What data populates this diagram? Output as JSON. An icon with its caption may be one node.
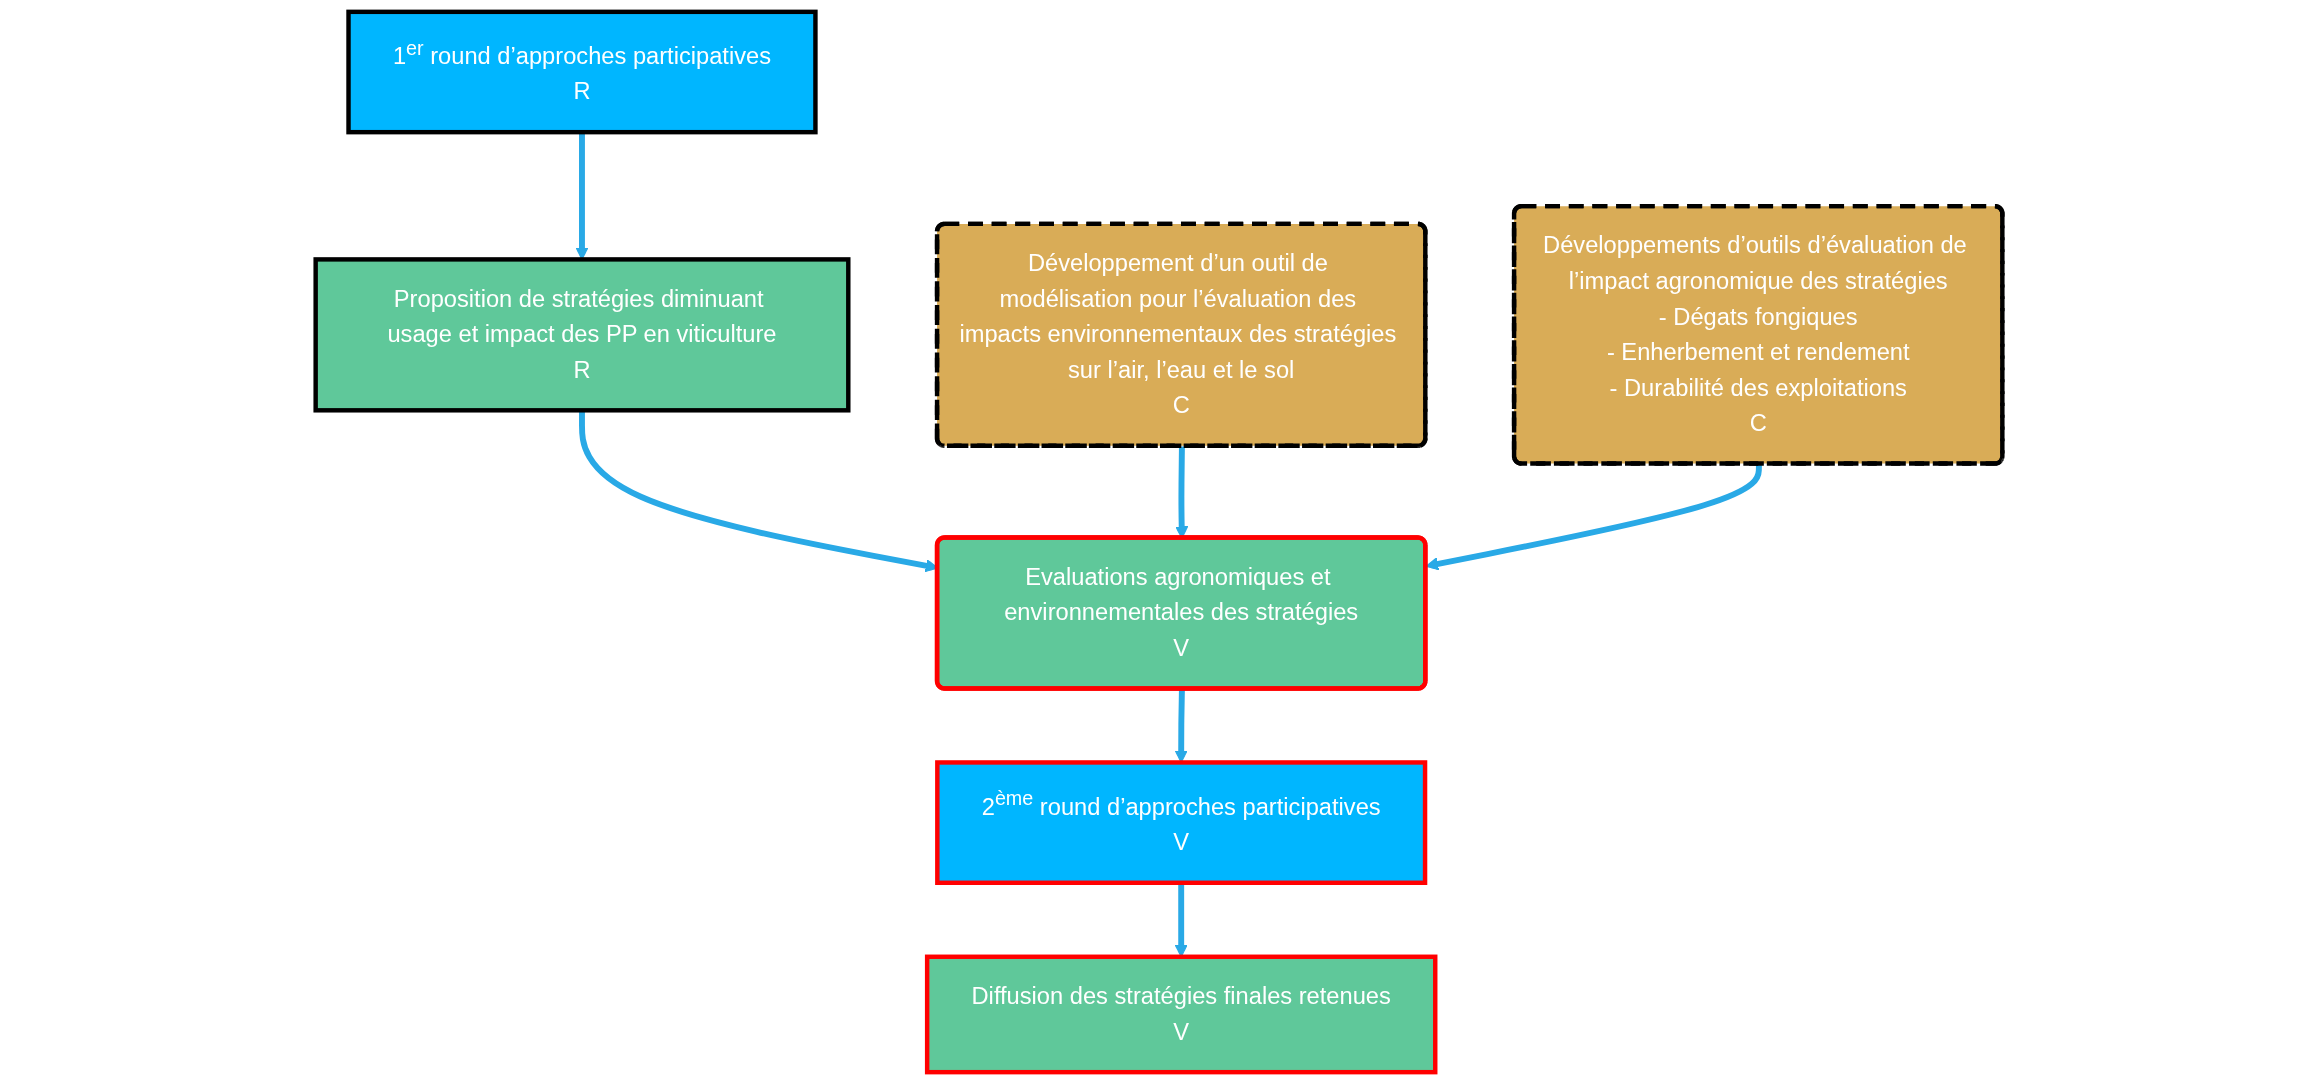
{
  "diagram": {
    "nodes": [
      {
        "text": [
          "1$^{er}$ round d’approches participatives",
          "R"
        ]
      },
      {
        "text": [
          "Proposition de stratégies diminuant usage et impact des PP en viticulture",
          "R"
        ]
      },
      {
        "text": [
          "Evaluations agronomiques et environnementales des stratégies",
          "V"
        ]
      },
      {
        "text": [
          "2$^{ème}$ round d’approches participatives",
          "V"
        ]
      },
      {
        "text": [
          "Diffusion des stratégies finales retenues",
          "V"
        ]
      },
      {
        "text": [
          "Développement d’un outil de modélisation pour l’évaluation des impacts environnementaux des stratégies sur l’air, l’eau et le sol",
          "C"
        ]
      },
      {
        "text": [
          "Développements d’outils d’évaluation de l’impact agronomique des stratégies",
          "- Dégats fongiques",
          "- Enherbement et rendement",
          "- Durabilité des exploitations",
          "C"
        ]
      }
    ],
    "edges": [
      {
        "from": 0,
        "to": 1,
        "arrow": "to"
      },
      {
        "from": 1,
        "to": 2,
        "arrow": "to"
      },
      {
        "from": 2,
        "to": 3,
        "arrow": "to"
      },
      {
        "from": 3,
        "to": 4,
        "arrow": "to"
      },
      {
        "from": 5,
        "to": 2,
        "arrow": "to"
      },
      {
        "from": 6,
        "to": 2,
        "arrow": "to"
      }
    ]
  }
}
